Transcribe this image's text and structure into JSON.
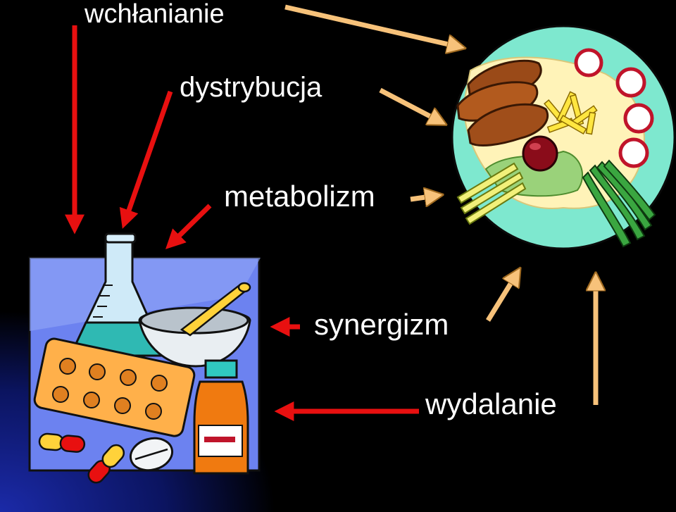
{
  "labels": {
    "absorption": "wchłanianie",
    "distribution": "dystrybucja",
    "metabolism": "metabolizm",
    "synergism": "synergizm",
    "excretion": "wydalanie"
  },
  "colors": {
    "background": "#000000",
    "text": "#ffffff",
    "red_arrow": "#e81010",
    "tan_arrow": "#f7c27a",
    "plate": "#7ee8cf",
    "drug_panel": "#6c82f0"
  },
  "icons": {
    "food": "food-plate-icon",
    "drugs": "medicines-icon"
  }
}
